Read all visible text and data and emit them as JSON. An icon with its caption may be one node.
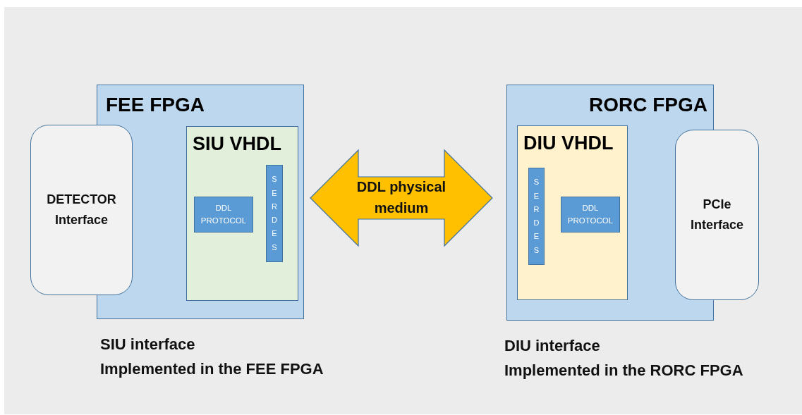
{
  "diagram": {
    "nodes": [
      {
        "text": [
          "FEE FPGA"
        ],
        "beside": [
          "SIU interface",
          "Implemented in the FEE FPGA"
        ]
      },
      {
        "text": [
          "DETECTOR Interface"
        ]
      },
      {
        "text": [
          "SIU VHDL"
        ],
        "in": 0
      },
      {
        "text": [
          "DDL PROTOCOL"
        ],
        "in": 2
      },
      {
        "text": [
          "SERDES"
        ],
        "in": 2
      },
      {
        "text": [
          "RORC FPGA"
        ],
        "beside": [
          "DIU interface",
          "Implemented in the RORC FPGA"
        ]
      },
      {
        "text": [
          "DIU VHDL"
        ],
        "in": 5
      },
      {
        "text": [
          "SERDES"
        ],
        "in": 6
      },
      {
        "text": [
          "DDL PROTOCOL"
        ],
        "in": 6
      },
      {
        "text": [
          "PCIe Interface"
        ]
      }
    ],
    "edges": [
      {
        "from": 0,
        "to": 5,
        "arrow": "both",
        "label": "DDL physical medium"
      }
    ]
  }
}
